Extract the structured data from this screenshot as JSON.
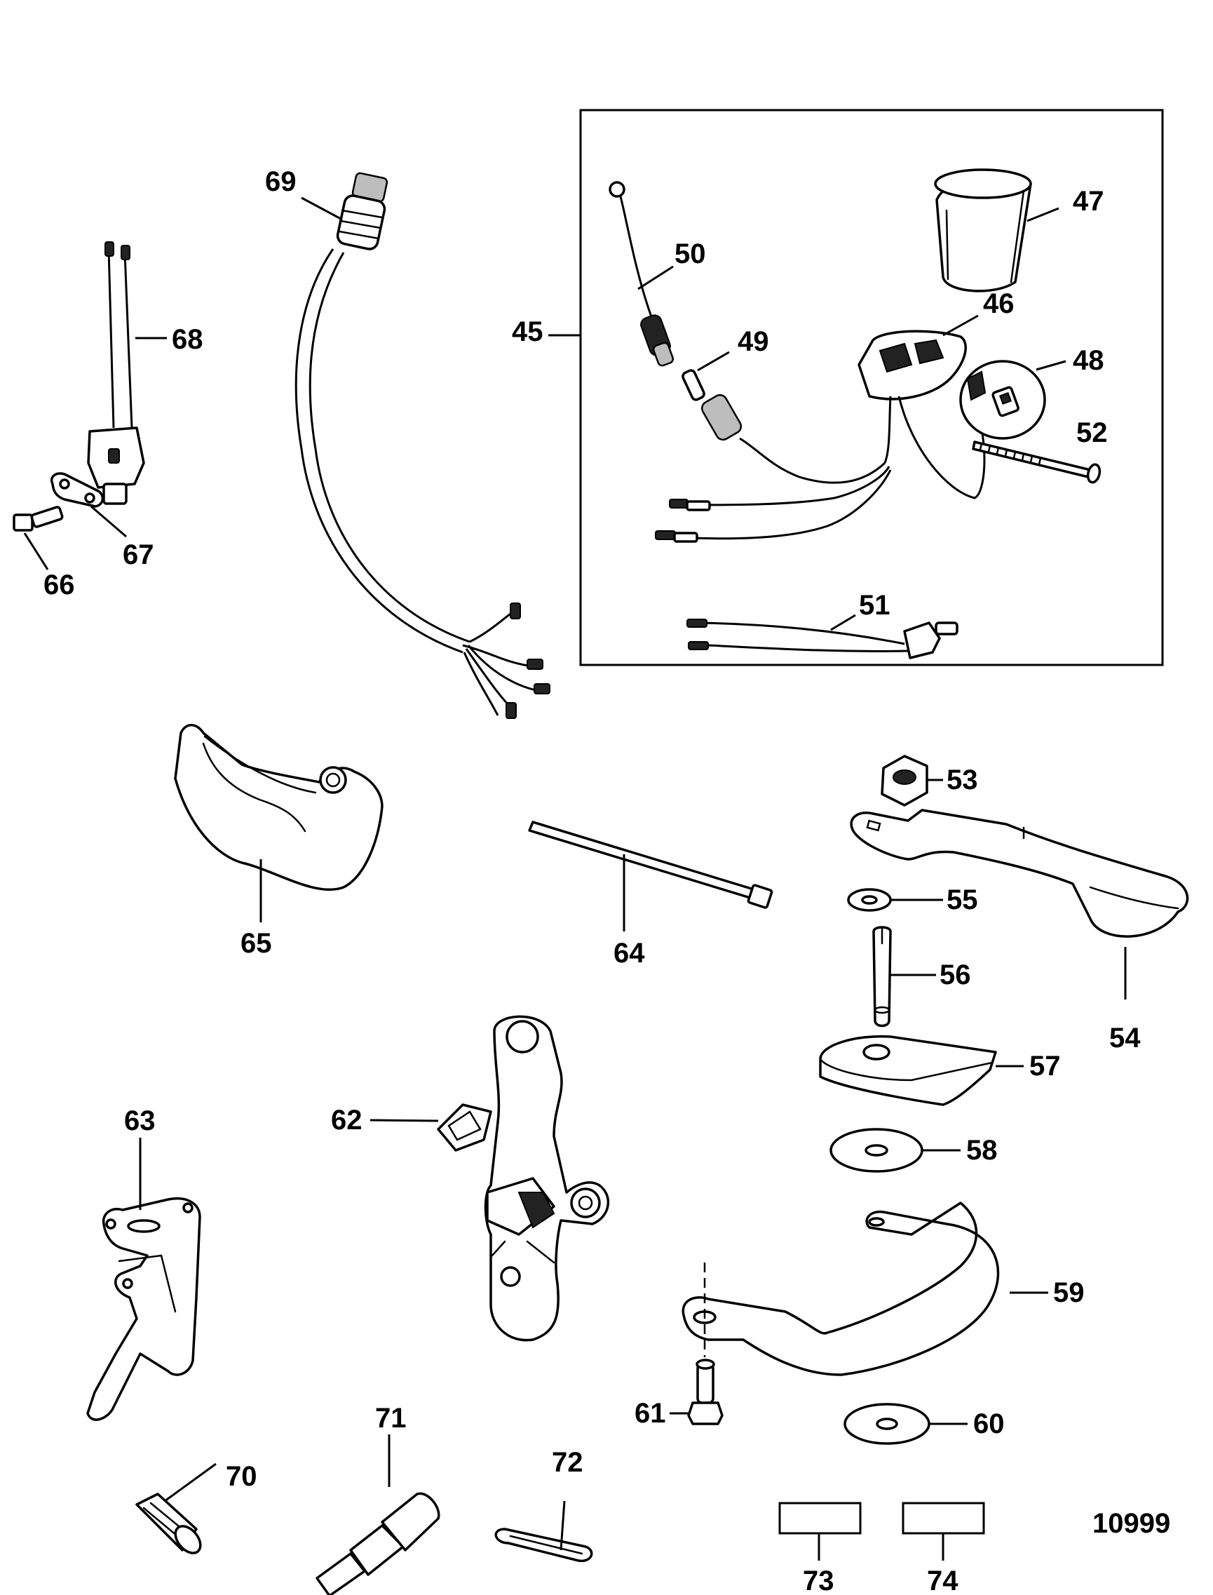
{
  "diagram_id": "10999",
  "callouts": {
    "c45": "45",
    "c46": "46",
    "c47": "47",
    "c48": "48",
    "c49": "49",
    "c50": "50",
    "c51": "51",
    "c52": "52",
    "c53": "53",
    "c54": "54",
    "c55": "55",
    "c56": "56",
    "c57": "57",
    "c58": "58",
    "c59": "59",
    "c60": "60",
    "c61": "61",
    "c62": "62",
    "c63": "63",
    "c64": "64",
    "c65": "65",
    "c66": "66",
    "c67": "67",
    "c68": "68",
    "c69": "69",
    "c70": "70",
    "c71": "71",
    "c72": "72",
    "c73": "73",
    "c74": "74"
  }
}
